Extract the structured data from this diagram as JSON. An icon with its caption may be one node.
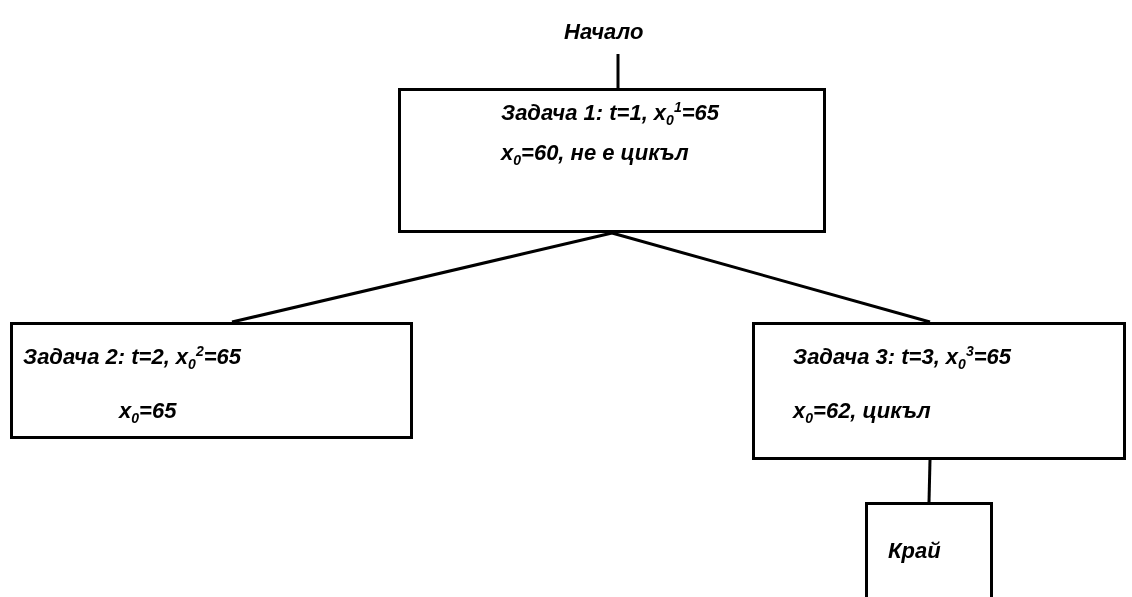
{
  "diagram": {
    "nodes": [
      {
        "text": [
          "Начало"
        ]
      },
      {
        "text": [
          "Задача 1: t=1, x$_{0}$$^{1}$=65",
          "x$_{0}$=60, не е цикъл"
        ]
      },
      {
        "text": [
          "Задача 2: t=2, x$_{0}$$^{2}$=65",
          "x$_{0}$=65"
        ]
      },
      {
        "text": [
          "Задача 3: t=3, x$_{0}$$^{3}$=65",
          "x$_{0}$=62, цикъл"
        ]
      },
      {
        "text": [
          "Край"
        ]
      }
    ],
    "edges": [
      {
        "from": 0,
        "to": 1,
        "arrow": "none"
      },
      {
        "from": 1,
        "to": 2,
        "arrow": "none"
      },
      {
        "from": 1,
        "to": 3,
        "arrow": "none"
      },
      {
        "from": 3,
        "to": 4,
        "arrow": "none"
      }
    ]
  }
}
